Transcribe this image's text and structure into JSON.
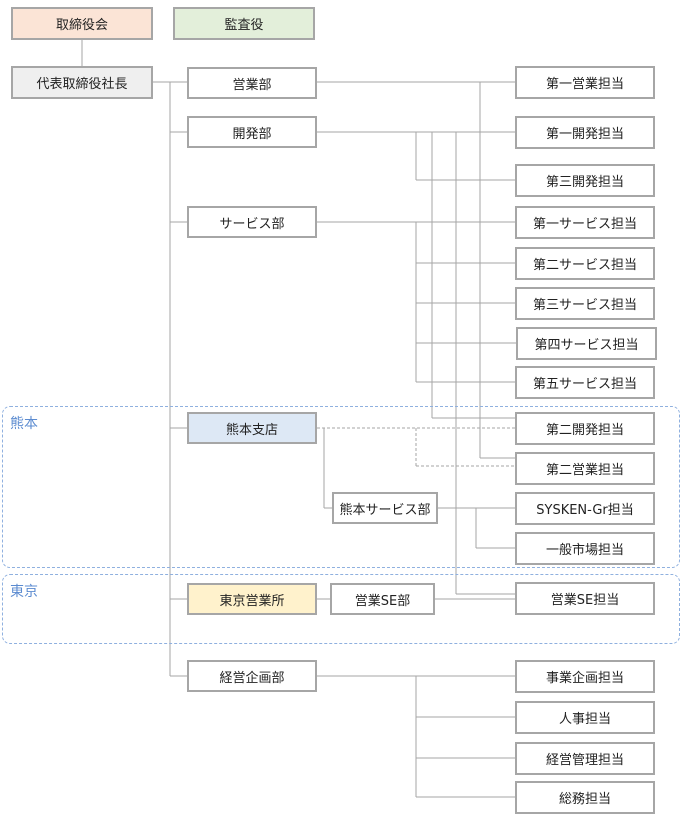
{
  "colors": {
    "board": "#fbe4d6",
    "auditor": "#e3efda",
    "president": "#efefef",
    "kumamoto_branch": "#dde8f5",
    "tokyo_office": "#fff2cc",
    "border": "#a6a6a6",
    "line": "#a6a6a6",
    "region": "#8fb0df"
  },
  "regions": {
    "kumamoto": "熊本",
    "tokyo": "東京"
  },
  "top": {
    "board": "取締役会",
    "auditor": "監査役",
    "president": "代表取締役社長"
  },
  "departments": {
    "sales": "営業部",
    "dev": "開発部",
    "service": "サービス部",
    "kumamoto_branch": "熊本支店",
    "kumamoto_service": "熊本サービス部",
    "tokyo_office": "東京営業所",
    "sales_se": "営業SE部",
    "planning": "経営企画部"
  },
  "teams": {
    "sales1": "第一営業担当",
    "dev1": "第一開発担当",
    "dev3": "第三開発担当",
    "svc1": "第一サービス担当",
    "svc2": "第二サービス担当",
    "svc3": "第三サービス担当",
    "svc4": "第四サービス担当",
    "svc5": "第五サービス担当",
    "dev2": "第二開発担当",
    "sales2": "第二営業担当",
    "sysken": "SYSKEN-Gr担当",
    "market": "一般市場担当",
    "sales_se": "営業SE担当",
    "biz_plan": "事業企画担当",
    "hr": "人事担当",
    "mgmt": "経営管理担当",
    "general": "総務担当"
  }
}
